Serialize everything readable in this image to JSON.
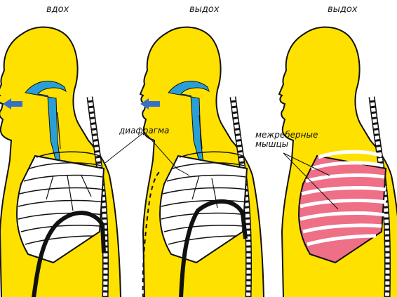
{
  "panels": [
    {
      "title": "вдох"
    },
    {
      "title": "выдох"
    },
    {
      "title": "выдох"
    }
  ],
  "labels": {
    "diaphragm": "диафрагма",
    "intercostal_line1": "межреберные",
    "intercostal_line2": "мышцы"
  },
  "colors": {
    "body": "#ffe100",
    "airway": "#2a9fd6",
    "muscle": "#ee6f86",
    "outline": "#111111",
    "rib": "#ffffff",
    "arrow": "#3a6fc8"
  }
}
